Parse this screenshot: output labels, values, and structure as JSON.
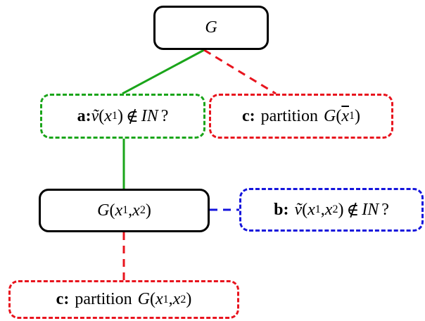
{
  "nodes": {
    "root": {
      "label": "G"
    },
    "a": {
      "tag": "a:",
      "expr": "ṽ",
      "arg_open": "(",
      "arg_var": "x",
      "arg_sub": "1",
      "arg_close": ")",
      "rel": "∉",
      "set": "IN",
      "q": "?"
    },
    "c1": {
      "tag": "c:",
      "word": "partition",
      "func": "G",
      "arg_open": "(",
      "arg_var": "x",
      "arg_sub": "1",
      "arg_close": ")"
    },
    "mid": {
      "func": "G",
      "arg_open": "(",
      "v1": "x",
      "s1": "1",
      "comma": ",",
      "v2": "x",
      "s2": "2",
      "arg_close": ")"
    },
    "b": {
      "tag": "b:",
      "expr": "ṽ",
      "arg_open": "(",
      "v1": "x",
      "s1": "1",
      "comma": ",",
      "v2": "x",
      "s2": "2",
      "arg_close": ")",
      "rel": "∉",
      "set": "IN",
      "q": "?"
    },
    "c2": {
      "tag": "c:",
      "word": "partition",
      "func": "G",
      "arg_open": "(",
      "v1": "x",
      "s1": "1",
      "comma": ",",
      "v2": "x",
      "s2": "2",
      "arg_close": ")"
    }
  },
  "colors": {
    "green": "#1aa51a",
    "red": "#e8141e",
    "blue": "#1414dc",
    "black": "#000000"
  }
}
